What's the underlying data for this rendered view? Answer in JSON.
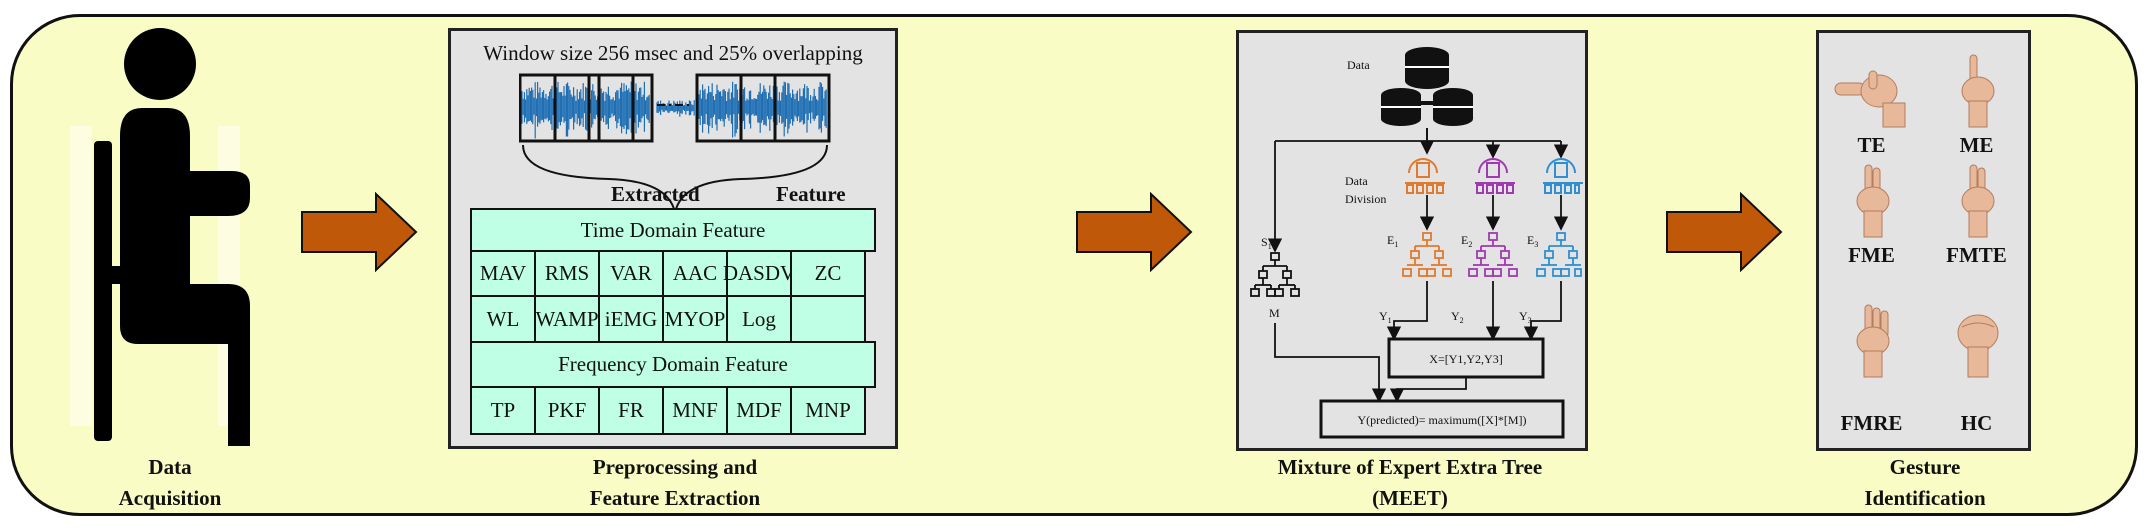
{
  "stages": {
    "acquisition": {
      "line1": "Data",
      "line2": "Acquisition"
    },
    "preprocessing": {
      "line1": "Preprocessing and",
      "line2": "Feature Extraction"
    },
    "model": {
      "line1": "Mixture of Expert Extra Tree",
      "line2": "(MEET)"
    },
    "identification": {
      "line1": "Gesture",
      "line2": "Identification"
    }
  },
  "preprocessing_panel": {
    "window_caption": "Window size 256 msec and 25% overlapping",
    "extracted_left": "Extracted",
    "extracted_right": "Feature",
    "time_domain_title": "Time Domain Feature",
    "time_features_row1": [
      "MAV",
      "RMS",
      "VAR",
      "AAC",
      "DASDV",
      "ZC"
    ],
    "time_features_row2": [
      "WL",
      "WAMP",
      "iEMG",
      "MYOP",
      "Log",
      ""
    ],
    "freq_domain_title": "Frequency Domain Feature",
    "freq_features": [
      "TP",
      "PKF",
      "FR",
      "MNF",
      "MDF",
      "MNP"
    ]
  },
  "meet_panel": {
    "data_label": "Data",
    "division_line1": "Data",
    "division_line2": "Division",
    "s1": "S",
    "s1_sub": "1",
    "m": "M",
    "e1": "E",
    "e1_sub": "1",
    "e2": "E",
    "e2_sub": "2",
    "e3": "E",
    "e3_sub": "3",
    "y1": "Y",
    "y1_sub": "1",
    "y2": "Y",
    "y2_sub": "2",
    "y3": "Y",
    "y3_sub": "3",
    "x_formula": "X=[Y1,Y2,Y3]",
    "output_formula": "Y(predicted)= maximum([X]*[M])",
    "expert_colors": [
      "#e07a2f",
      "#a03ab0",
      "#2f8fd0"
    ]
  },
  "gestures": [
    "TE",
    "ME",
    "FME",
    "FMTE",
    "FMRE",
    "HC"
  ],
  "colors": {
    "background": "#f9fcc4",
    "arrow": "#c0580a",
    "feature_table": "#bfffe6",
    "signal": "#1f6fb5"
  }
}
